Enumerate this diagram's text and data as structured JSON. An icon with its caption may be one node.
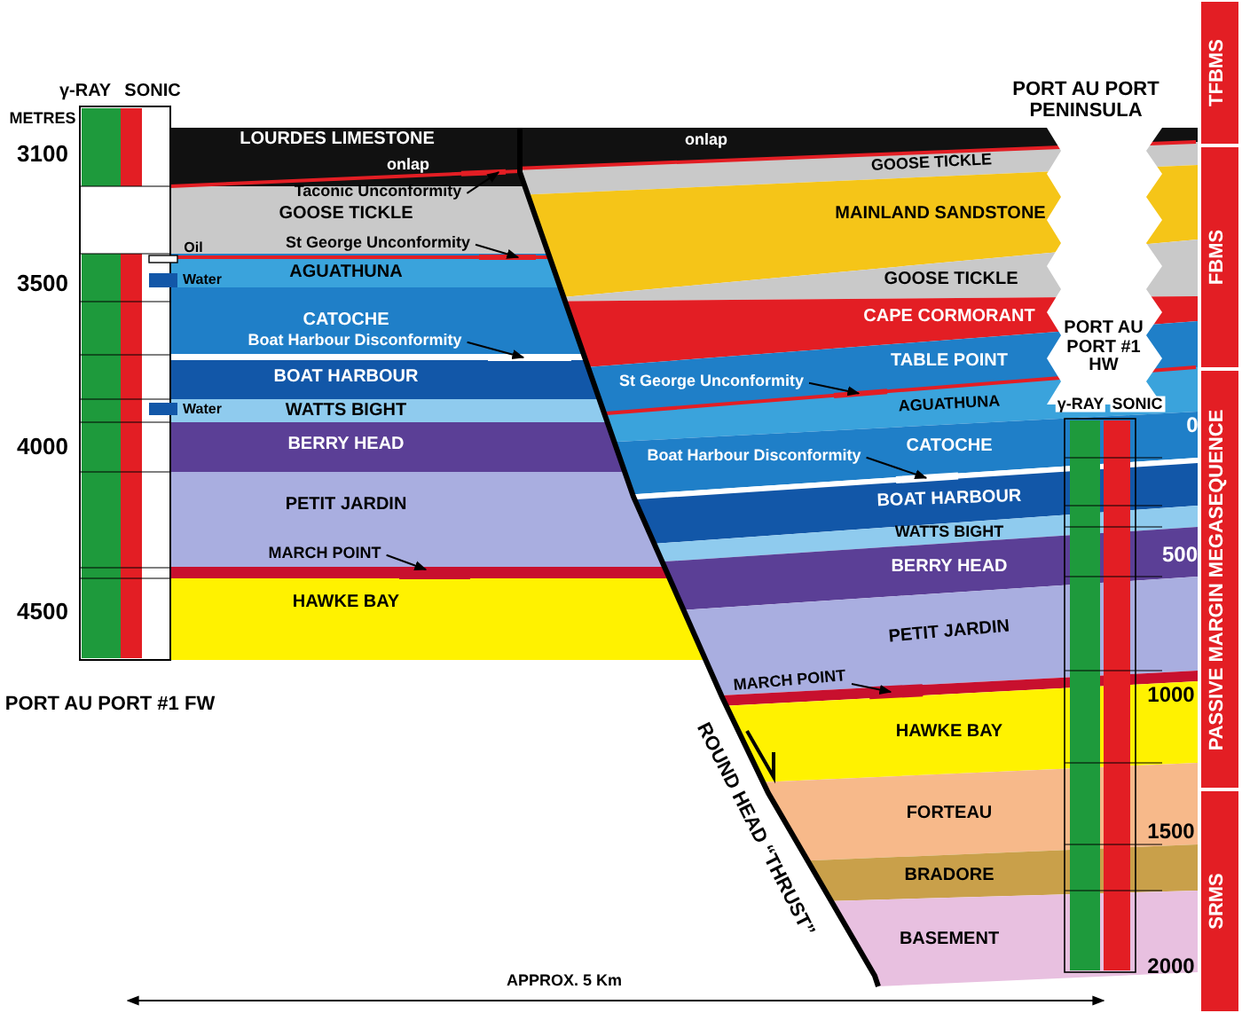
{
  "diagram": {
    "nodes": [
      {
        "text": [
          "Taconic Unconformity"
        ]
      },
      {
        "text": [
          "St George Unconformity"
        ]
      },
      {
        "text": [
          "Boat Harbour Disconformity"
        ]
      },
      {
        "text": [
          "MARCH POINT"
        ]
      },
      {
        "text": [
          "St George Unconformity"
        ]
      },
      {
        "text": [
          "Boat Harbour Disconformity"
        ]
      },
      {
        "text": [
          "MARCH POINT"
        ]
      },
      {
        "text": [],
        "shape": "line"
      },
      {
        "text": [],
        "shape": "line"
      },
      {
        "text": [],
        "shape": "line"
      },
      {
        "text": [],
        "shape": "line"
      },
      {
        "text": [],
        "shape": "line"
      },
      {
        "text": [],
        "shape": "line"
      },
      {
        "text": [],
        "shape": "line"
      }
    ],
    "edges": [
      {
        "from": 0,
        "to": 7,
        "arrow": "to"
      },
      {
        "from": 1,
        "to": 8,
        "arrow": "to"
      },
      {
        "from": 2,
        "to": 9,
        "arrow": "to"
      },
      {
        "from": 3,
        "to": 10,
        "arrow": "to"
      },
      {
        "from": 4,
        "to": 11,
        "arrow": "to"
      },
      {
        "from": 5,
        "to": 12,
        "arrow": "to"
      },
      {
        "from": 6,
        "to": 13,
        "arrow": "to"
      }
    ],
    "labels": [
      "TFBMS",
      "PORT AU PORT PENINSULA",
      "γ-RAY",
      "SONIC",
      "METRES",
      "3100",
      "LOURDES LIMESTONE",
      "onlap",
      "onlap",
      "GOOSE TICKLE",
      "GOOSE TICKLE",
      "MAINLAND SANDSTONE",
      "FBMS",
      "Oil",
      "Water",
      "3500",
      "AGUATHUNA",
      "GOOSE TICKLE",
      "CATOCHE",
      "CAPE CORMORANT",
      "TABLE POINT",
      "PORT AU PORT #1 HW",
      "BOAT HARBOUR",
      "AGUATHUNA",
      "Water",
      "WATTS BIGHT",
      "γ-RAY",
      "SONIC",
      "0",
      "PASSIVE MARGIN MEGASEQUENCE",
      "4000",
      "BERRY HEAD",
      "CATOCHE",
      "PETIT JARDIN",
      "BOAT HARBOUR",
      "WATTS BIGHT",
      "BERRY HEAD",
      "500",
      "4500",
      "HAWKE BAY",
      "PETIT JARDIN",
      "PORT AU PORT #1 FW",
      "ROUND HEAD “THRUST”",
      "1000",
      "HAWKE BAY",
      "FORTEAU",
      "1500",
      "BRADORE",
      "SRMS",
      "BASEMENT",
      "2000",
      "APPROX. 5 Km"
    ]
  }
}
